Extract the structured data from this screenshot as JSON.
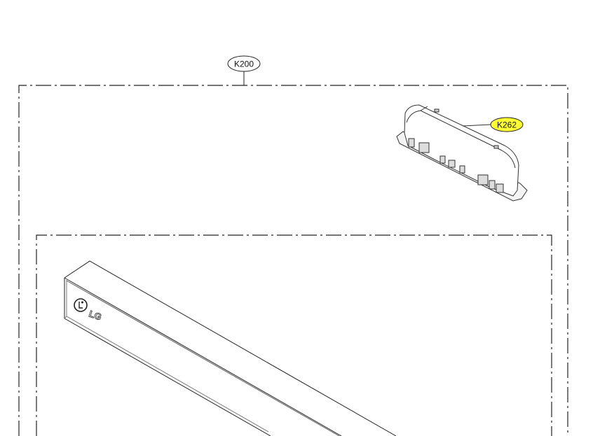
{
  "diagram": {
    "assembly_label": "K200",
    "part_label": "K262",
    "brand_logo_text": "LG",
    "highlight_color": "#ffff33"
  }
}
